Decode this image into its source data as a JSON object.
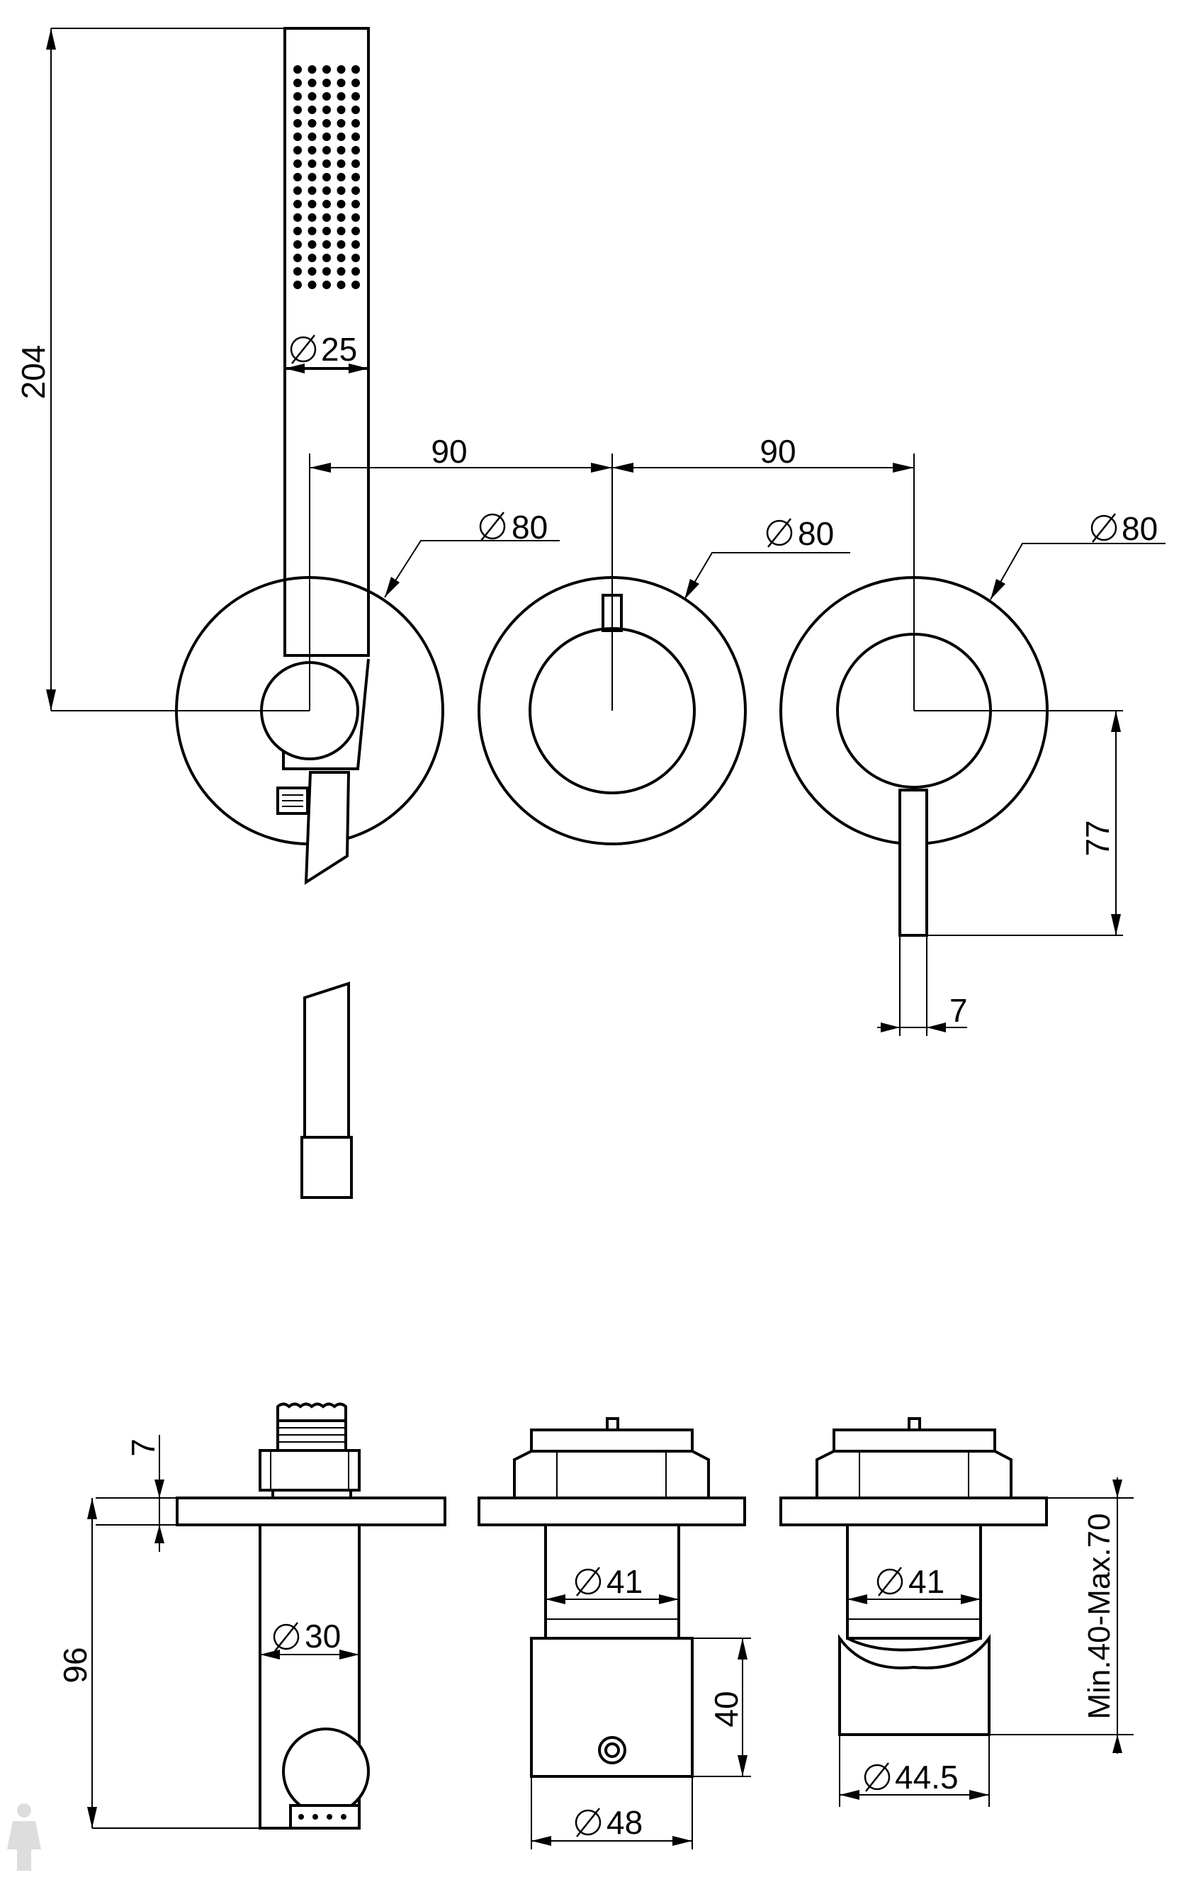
{
  "dimensions": {
    "hand_shower_length": "204",
    "hand_shower_diameter": "25",
    "spacing_left": "90",
    "spacing_right": "90",
    "plate_diameter_left": "80",
    "plate_diameter_middle": "80",
    "plate_diameter_right": "80",
    "lever_drop": "77",
    "lever_width": "7",
    "plate_thickness": "7",
    "outlet_depth": "96",
    "outlet_body_diameter": "30",
    "cartridge_diameter_middle": "41",
    "cartridge_diameter_right": "41",
    "body_height": "40",
    "body_diameter_middle": "48",
    "body_diameter_right": "44.5",
    "wall_depth_range": "Min.40-Max.70"
  },
  "colors": {
    "line": "#000000",
    "background": "#ffffff"
  }
}
